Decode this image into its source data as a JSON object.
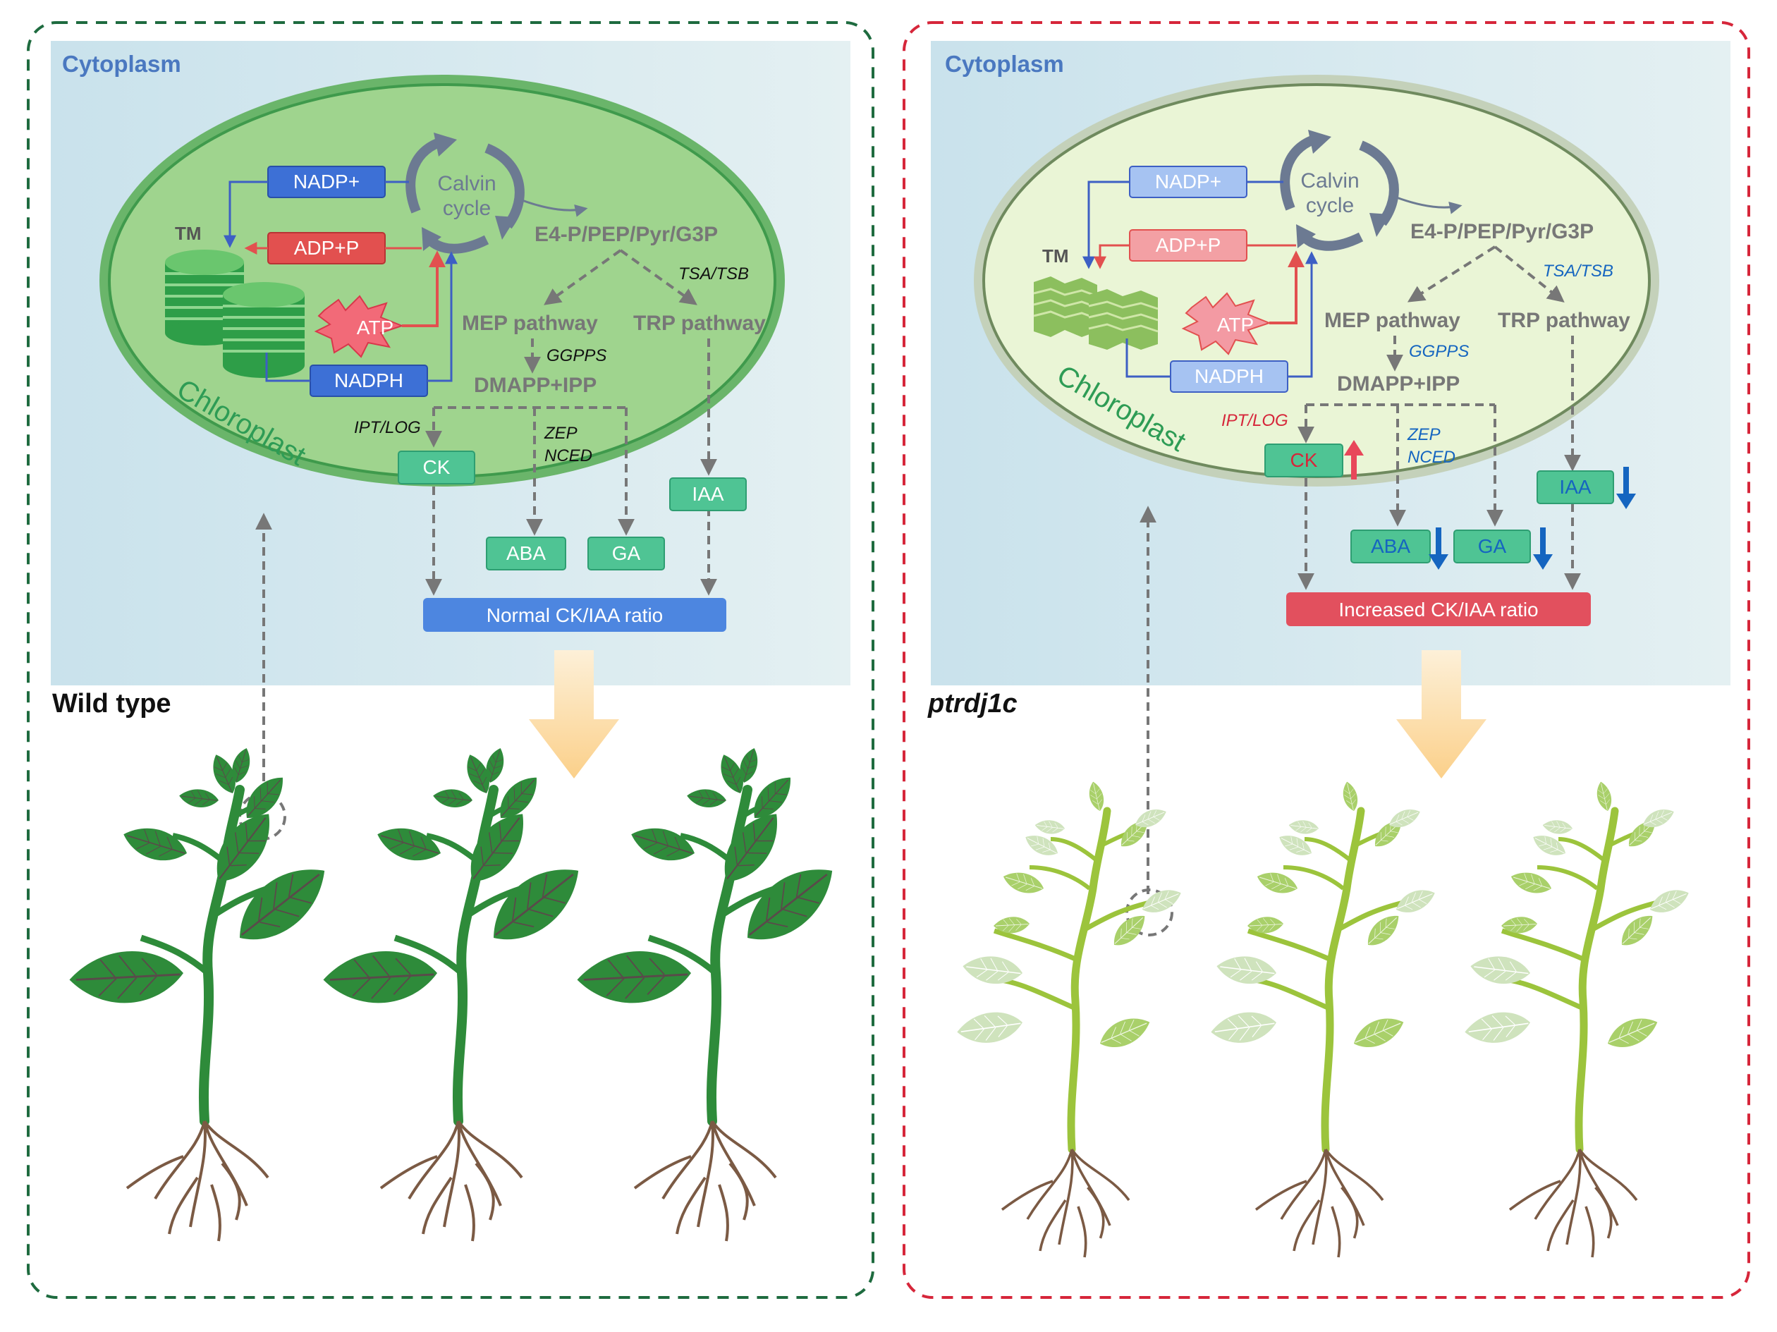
{
  "panels": {
    "wild_type": {
      "title": "Wild type",
      "cytoplasm_label": "Cytoplasm",
      "chloroplast_label": "Chloroplast",
      "tm_label": "TM",
      "nadp_plus": "NADP+",
      "adp_p": "ADP+P",
      "atp": "ATP",
      "nadph": "NADPH",
      "calvin_line1": "Calvin",
      "calvin_line2": "cycle",
      "e4p": "E4-P/PEP/Pyr/G3P",
      "tsa_tsb": "TSA/TSB",
      "mep": "MEP pathway",
      "trp": "TRP pathway",
      "ggpps": "GGPPS",
      "dmapp": "DMAPP+IPP",
      "ipt_log": "IPT/LOG",
      "zep": "ZEP",
      "nced": "NCED",
      "ck": "CK",
      "iaa": "IAA",
      "aba": "ABA",
      "ga": "GA",
      "ratio": "Normal CK/IAA ratio"
    },
    "mutant": {
      "title": "ptrdj1c",
      "cytoplasm_label": "Cytoplasm",
      "chloroplast_label": "Chloroplast",
      "tm_label": "TM",
      "nadp_plus": "NADP+",
      "adp_p": "ADP+P",
      "atp": "ATP",
      "nadph": "NADPH",
      "calvin_line1": "Calvin",
      "calvin_line2": "cycle",
      "e4p": "E4-P/PEP/Pyr/G3P",
      "tsa_tsb": "TSA/TSB",
      "mep": "MEP pathway",
      "trp": "TRP pathway",
      "ggpps": "GGPPS",
      "dmapp": "DMAPP+IPP",
      "ipt_log": "IPT/LOG",
      "zep": "ZEP",
      "nced": "NCED",
      "ck": "CK",
      "iaa": "IAA",
      "aba": "ABA",
      "ga": "GA",
      "ratio": "Increased CK/IAA ratio"
    }
  },
  "colors": {
    "wt_border": "#1e6b3f",
    "mut_border": "#d6263a",
    "cytoplasm_from": "#cfe6ee",
    "cytoplasm_to": "#e6f1f3",
    "wt_chloroplast_outer": "#4aa95a",
    "wt_chloroplast_inner": "#9fd48e",
    "mut_chloroplast_outer": "#b9c8ad",
    "mut_chloroplast_inner": "#e8f3d3",
    "hormone_box": "#4fc494",
    "blue_box": "#3d70d6",
    "red_box": "#e2504f",
    "down_arrow": "#1565c0",
    "up_arrow": "#e8475a"
  },
  "icons": {
    "arrow_down": "arrow-down-icon",
    "arrow_up": "arrow-up-icon"
  }
}
